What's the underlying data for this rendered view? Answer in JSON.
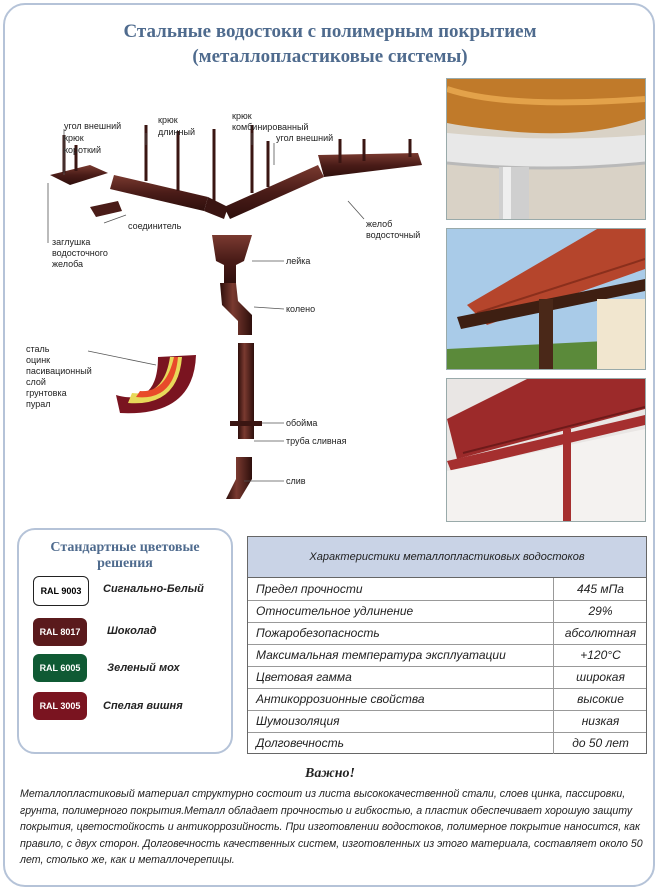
{
  "title": {
    "line1": "Стальные водостоки с полимерным покрытием",
    "line2": "(металлопластиковые системы)"
  },
  "diagram": {
    "labels": {
      "corner_outer": "угол внешний",
      "hook_short_1": "крюк",
      "hook_short_2": "короткий",
      "hook_long_1": "крюк",
      "hook_long_2": "длинный",
      "hook_combined_1": "крюк",
      "hook_combined_2": "комбинированный",
      "corner_outer_right": "угол внешний",
      "connector": "соединитель",
      "end_cap_1": "заглушка",
      "end_cap_2": "водосточного",
      "end_cap_3": "желоба",
      "gutter_1": "желоб",
      "gutter_2": "водосточный",
      "funnel": "лейка",
      "elbow": "колено",
      "clamp": "обойма",
      "downpipe": "труба сливная",
      "outlet": "слив",
      "layer_steel": "сталь",
      "layer_zinc": "оцинк",
      "layer_passivation": "пасивационный",
      "layer_primer_1": "слой",
      "layer_primer_2": "грунтовка",
      "layer_pural": "пурал"
    }
  },
  "colors": {
    "title_line1": "Стандартные цветовые",
    "title_line2": "решения",
    "items": [
      {
        "code": "RAL 9003",
        "name": "Сигнально-Белый",
        "hex": "#ffffff",
        "text": "#000000"
      },
      {
        "code": "RAL 8017",
        "name": "Шоколад",
        "hex": "#5a1a1c",
        "text": "#ffffff"
      },
      {
        "code": "RAL 6005",
        "name": "Зеленый мох",
        "hex": "#0f5a34",
        "text": "#ffffff"
      },
      {
        "code": "RAL 3005",
        "name": "Спелая вишня",
        "hex": "#7a1420",
        "text": "#ffffff"
      }
    ]
  },
  "specs": {
    "header": "Характеристики металлопластиковых водостоков",
    "rows": [
      {
        "name": "Предел прочности",
        "value": "445 мПа"
      },
      {
        "name": "Относительное удлинение",
        "value": "29%"
      },
      {
        "name": "Пожаробезопасность",
        "value": "абсолютная"
      },
      {
        "name": "Максимальная температура эксплуатации",
        "value": "+120°С"
      },
      {
        "name": "Цветовая гамма",
        "value": "широкая"
      },
      {
        "name": "Антикоррозионные свойства",
        "value": "высокие"
      },
      {
        "name": "Шумоизоляция",
        "value": "низкая"
      },
      {
        "name": "Долговечность",
        "value": "до 50 лет"
      }
    ]
  },
  "important": {
    "heading": "Важно!",
    "text": "Металлопластиковый материал структурно состоит из листа высококачественной стали, слоев цинка, пассировки, грунта, полимерного покрытия.Металл обладает прочностью и гибкостью, а пластик обеспечивает хорошую защиту покрытия, цветостойкость и антикоррозийность. При изготовлении водостоков, полимерное покрытие наносится, как правило, с двух сторон. Долговечность качественных систем, изготовленных из этого материала, составляет около 50 лет, столько же, как и металлочерепицы."
  }
}
